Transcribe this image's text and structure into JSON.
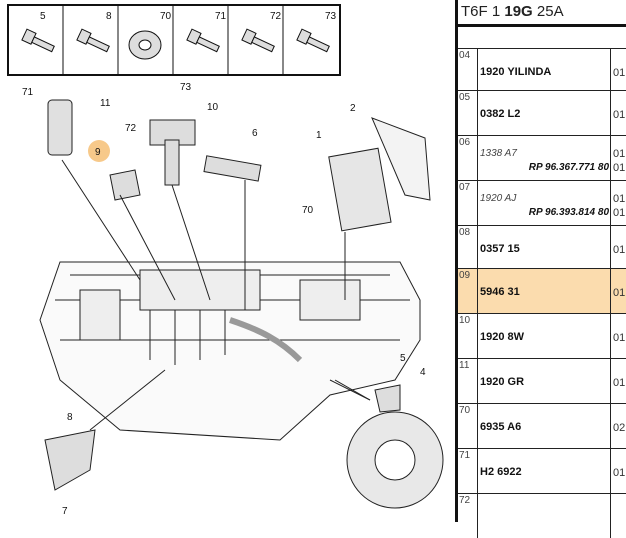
{
  "header": {
    "prefix": "T6F 1",
    "bold": "19G",
    "suffix": "25A"
  },
  "rows": [
    {
      "code": "04",
      "part": "1920 YILINDA",
      "qty": "01"
    },
    {
      "code": "05",
      "part": "0382 L2",
      "qty": "01"
    },
    {
      "code": "06",
      "part": "1338 A7",
      "qty": "01",
      "rp": "RP 96.367.771 80",
      "rp_qty": "01"
    },
    {
      "code": "07",
      "part": "1920 AJ",
      "qty": "01",
      "rp": "RP 96.393.814 80",
      "rp_qty": "01"
    },
    {
      "code": "08",
      "part": "0357 15",
      "qty": "01"
    },
    {
      "code": "09",
      "part": "5946 31",
      "qty": "01",
      "selected": true
    },
    {
      "code": "10",
      "part": "1920 8W",
      "qty": "01"
    },
    {
      "code": "11",
      "part": "1920 GR",
      "qty": "01"
    },
    {
      "code": "70",
      "part": "6935 A6",
      "qty": "02"
    },
    {
      "code": "71",
      "part": "H2 6922",
      "qty": "01"
    },
    {
      "code": "72",
      "part": "",
      "qty": ""
    }
  ],
  "hardware_box": [
    "5",
    "8",
    "70",
    "71",
    "72",
    "73"
  ],
  "callouts": [
    "71",
    "11",
    "73",
    "10",
    "72",
    "9",
    "6",
    "2",
    "1",
    "70",
    "5",
    "4",
    "8",
    "7"
  ],
  "colors": {
    "selected_row": "#fbdcae",
    "highlight_callout": "#f7c98a"
  }
}
